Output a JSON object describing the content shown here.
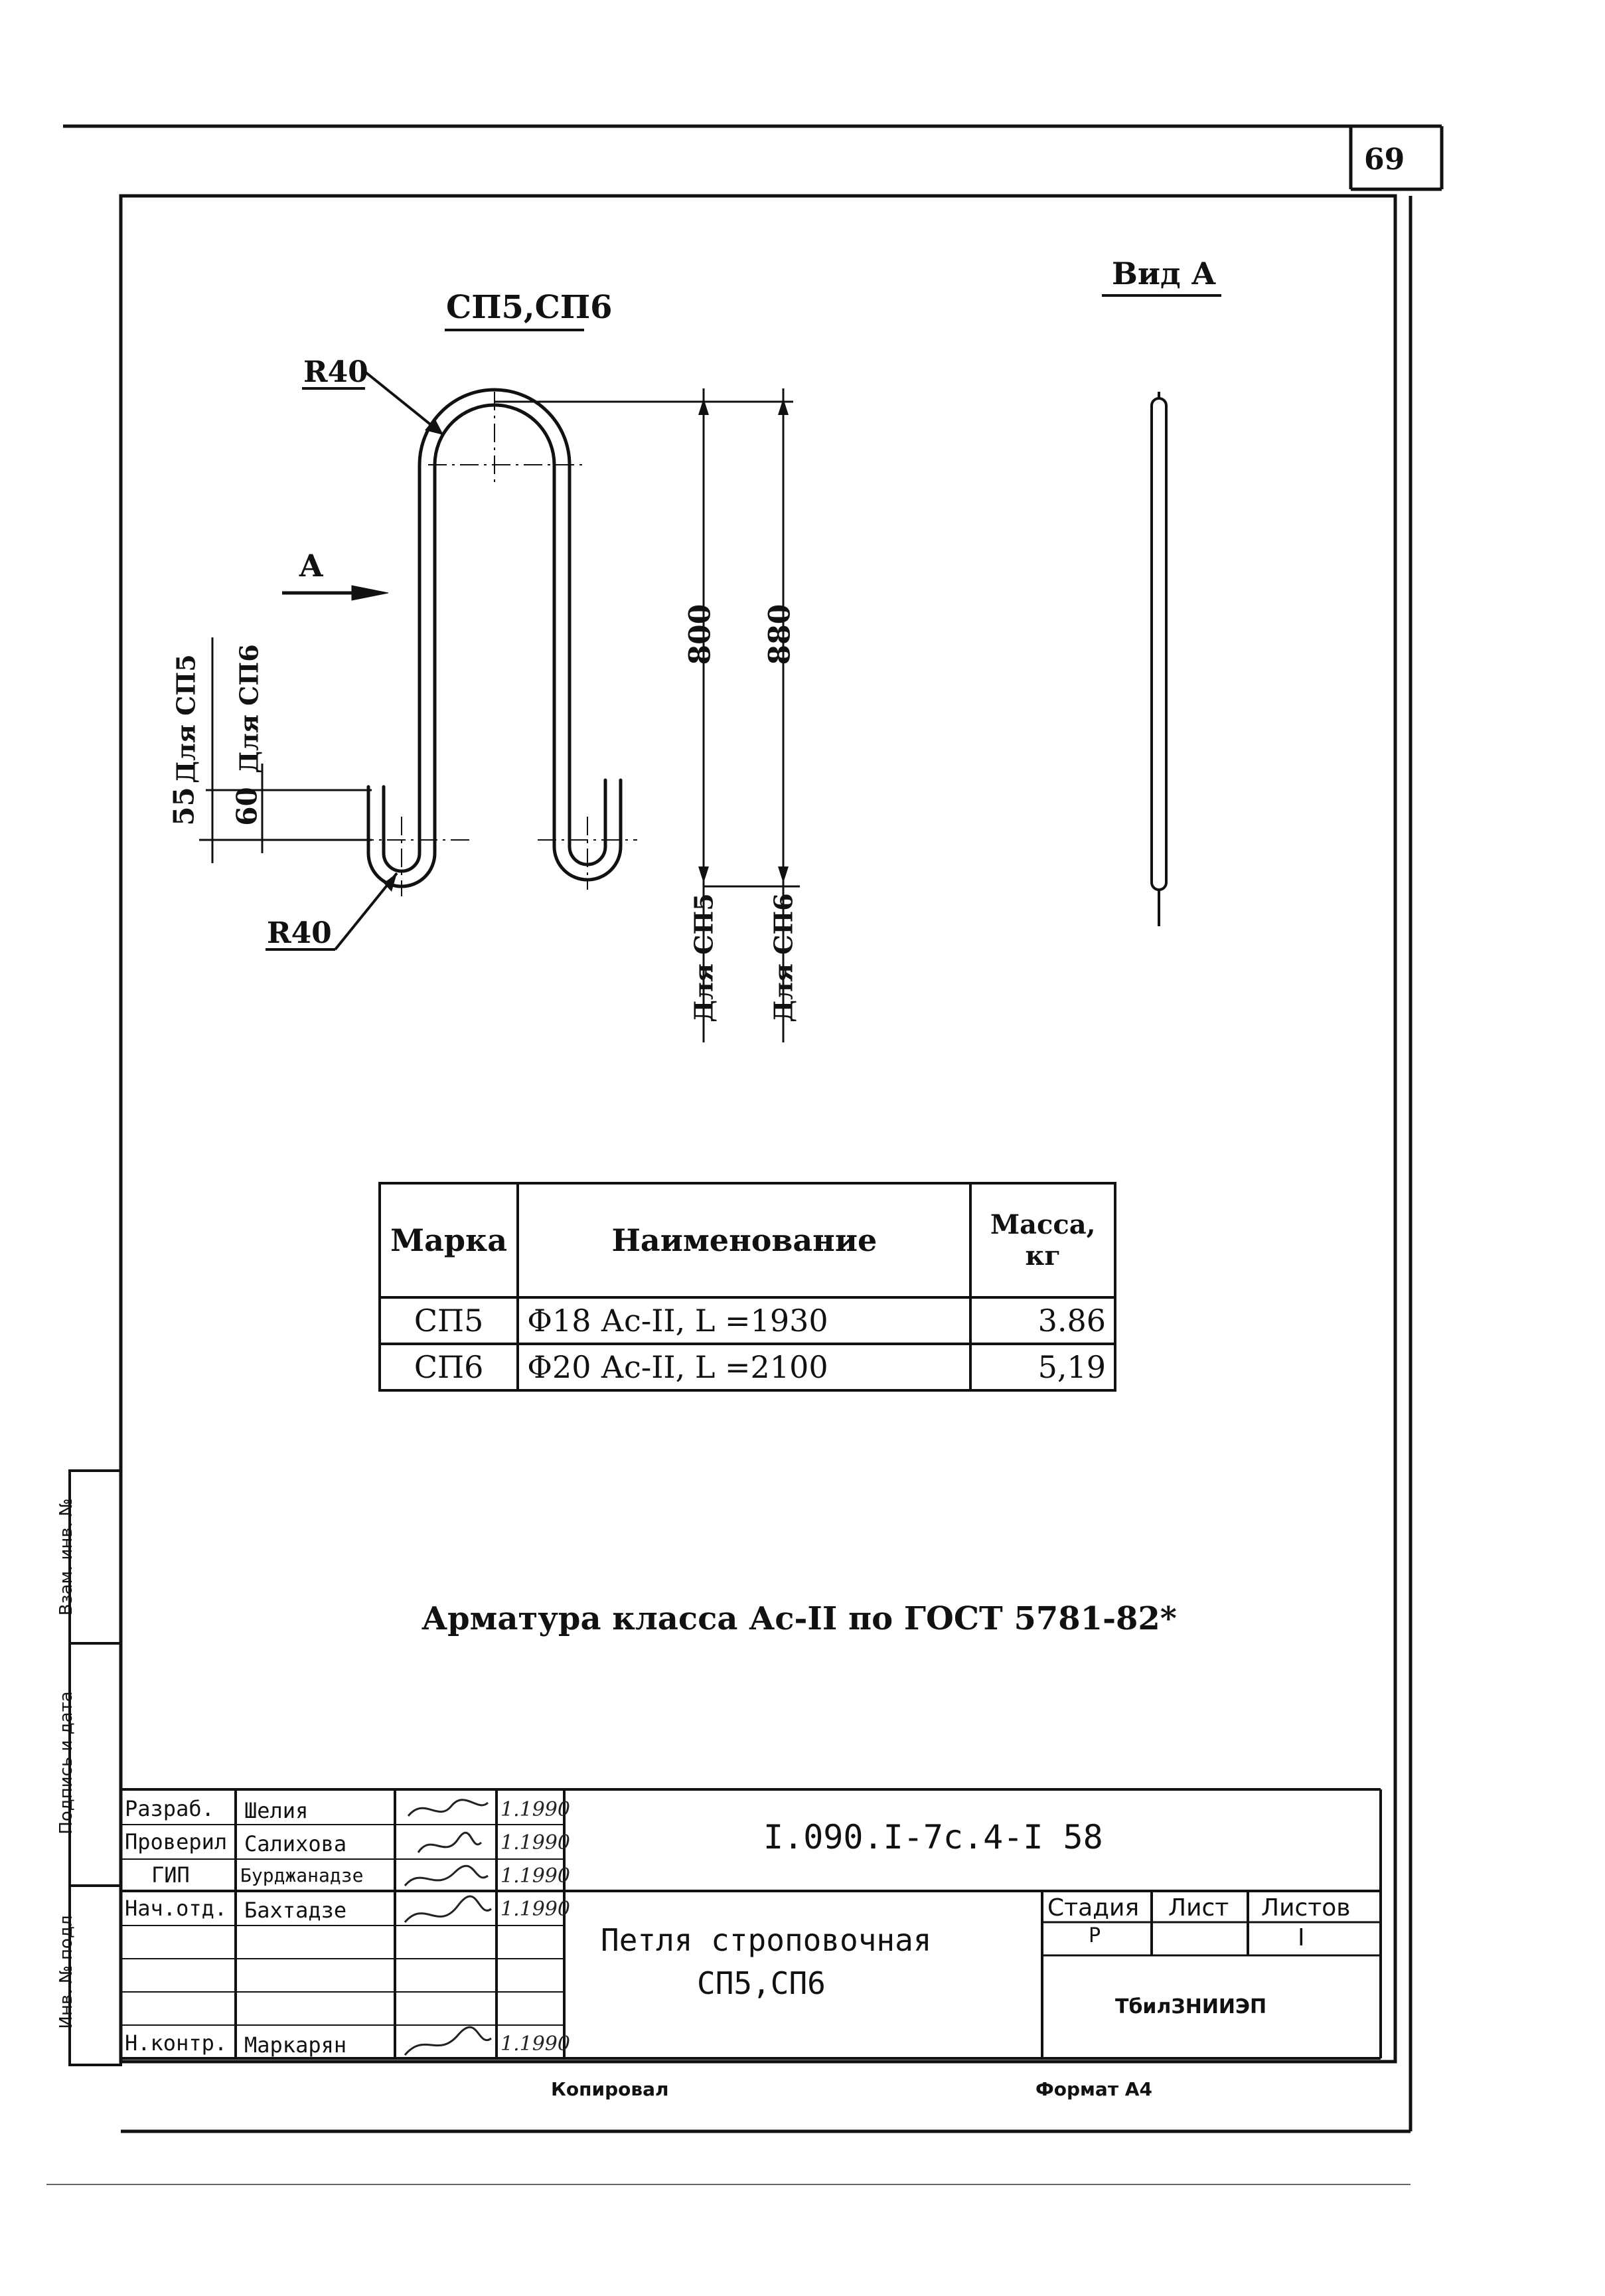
{
  "page_number": "69",
  "title_mark": "СП5,СП6",
  "view_label": "Вид А",
  "arrow_label": "А",
  "radius_top": "R40",
  "radius_bottom": "R40",
  "dims": {
    "h_sp5": "800",
    "h_sp6": "880",
    "label_sp5": "Для СП5",
    "label_sp6": "Для СП6",
    "hook_sp5": "55",
    "hook_sp6": "60",
    "hook_label_sp5": "Для СП5",
    "hook_label_sp6": "Для СП6"
  },
  "table": {
    "headers": [
      "Марка",
      "Наименование",
      "Масса, кг"
    ],
    "rows": [
      {
        "mark": "СП5",
        "name": "Φ18 Ас-II, L =1930",
        "mass": "3.86"
      },
      {
        "mark": "СП6",
        "name": "Φ20 Ас-II, L =2100",
        "mass": "5,19"
      }
    ]
  },
  "note": "Арматура класса Ас-II по ГОСТ 5781-82*",
  "left_strip": {
    "inv_no": "Инв. № подл",
    "sign_date": "Подпись и дата",
    "replace_inv": "Взам. инв. №"
  },
  "stamp": {
    "signers": [
      {
        "role": "Разраб.",
        "name": "Шелия",
        "date": "1.1990"
      },
      {
        "role": "Проверил",
        "name": "Салихова",
        "date": "1.1990"
      },
      {
        "role": "ГИП",
        "name": "Бурджанадзе",
        "date": "1.1990"
      },
      {
        "role": "Нач.отд.",
        "name": "Бахтадзе",
        "date": "1.1990"
      },
      {
        "role": "",
        "name": "",
        "date": ""
      },
      {
        "role": "",
        "name": "",
        "date": ""
      },
      {
        "role": "Н.контр.",
        "name": "Маркарян",
        "date": "1.1990"
      }
    ],
    "designation": "I.090.I-7с.4-I 58",
    "product_name_1": "Петля строповочная",
    "product_name_2": "СП5,СП6",
    "stage_header": "Стадия",
    "sheet_header": "Лист",
    "sheets_header": "Листов",
    "stage_value": "Р",
    "sheets_value": "I",
    "organization": "ТбилЗНИИЭП"
  },
  "footer": {
    "copied": "Копировал",
    "format": "Формат А4"
  }
}
